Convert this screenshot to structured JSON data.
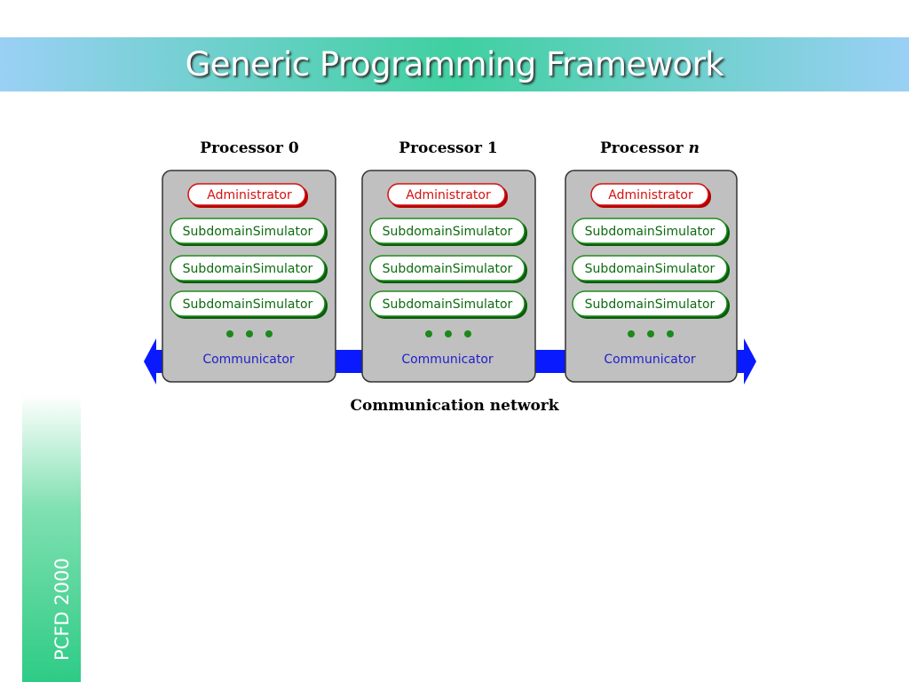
{
  "slide": {
    "title": "Generic Programming Framework",
    "footer": "PCFD 2000"
  },
  "diagram": {
    "processors": [
      {
        "title": "Processor 0",
        "title_suffix": "",
        "administrator": "Administrator",
        "simulators": [
          "SubdomainSimulator",
          "SubdomainSimulator",
          "SubdomainSimulator"
        ],
        "communicator": "Communicator"
      },
      {
        "title": "Processor 1",
        "title_suffix": "",
        "administrator": "Administrator",
        "simulators": [
          "SubdomainSimulator",
          "SubdomainSimulator",
          "SubdomainSimulator"
        ],
        "communicator": "Communicator"
      },
      {
        "title": "Processor ",
        "title_suffix": "n",
        "administrator": "Administrator",
        "simulators": [
          "SubdomainSimulator",
          "SubdomainSimulator",
          "SubdomainSimulator"
        ],
        "communicator": "Communicator"
      }
    ],
    "network_label": "Communication network",
    "colors": {
      "box_fill": "#c0c0c0",
      "admin": "#d41111",
      "simulator": "#0d6b10",
      "communicator": "#1e1ecc",
      "network_arrow": "#0a1aff",
      "dots": "#1a8a1a"
    }
  }
}
